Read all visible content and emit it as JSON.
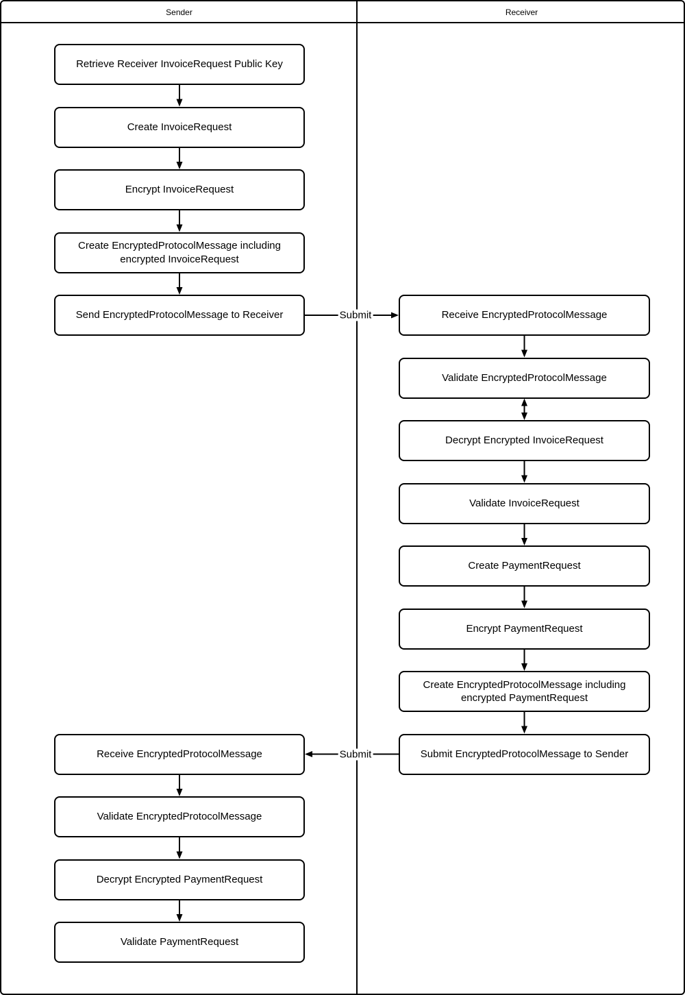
{
  "diagram": {
    "lanes": [
      {
        "id": "sender",
        "title": "Sender"
      },
      {
        "id": "receiver",
        "title": "Receiver"
      }
    ],
    "nodes": [
      {
        "id": "s1",
        "lane": "sender",
        "row": 0,
        "label": "Retrieve Receiver InvoiceRequest Public Key"
      },
      {
        "id": "s2",
        "lane": "sender",
        "row": 1,
        "label": "Create InvoiceRequest"
      },
      {
        "id": "s3",
        "lane": "sender",
        "row": 2,
        "label": "Encrypt InvoiceRequest"
      },
      {
        "id": "s4",
        "lane": "sender",
        "row": 3,
        "label": "Create EncryptedProtocolMessage including encrypted InvoiceRequest"
      },
      {
        "id": "s5",
        "lane": "sender",
        "row": 4,
        "label": "Send EncryptedProtocolMessage to Receiver"
      },
      {
        "id": "r1",
        "lane": "receiver",
        "row": 4,
        "label": "Receive EncryptedProtocolMessage"
      },
      {
        "id": "r2",
        "lane": "receiver",
        "row": 5,
        "label": "Validate EncryptedProtocolMessage"
      },
      {
        "id": "r3",
        "lane": "receiver",
        "row": 6,
        "label": "Decrypt Encrypted InvoiceRequest"
      },
      {
        "id": "r4",
        "lane": "receiver",
        "row": 7,
        "label": "Validate InvoiceRequest"
      },
      {
        "id": "r5",
        "lane": "receiver",
        "row": 8,
        "label": "Create PaymentRequest"
      },
      {
        "id": "r6",
        "lane": "receiver",
        "row": 9,
        "label": "Encrypt PaymentRequest"
      },
      {
        "id": "r7",
        "lane": "receiver",
        "row": 10,
        "label": "Create EncryptedProtocolMessage including encrypted PaymentRequest"
      },
      {
        "id": "r8",
        "lane": "receiver",
        "row": 11,
        "label": "Submit EncryptedProtocolMessage to Sender"
      },
      {
        "id": "s6",
        "lane": "sender",
        "row": 11,
        "label": "Receive EncryptedProtocolMessage"
      },
      {
        "id": "s7",
        "lane": "sender",
        "row": 12,
        "label": "Validate EncryptedProtocolMessage"
      },
      {
        "id": "s8",
        "lane": "sender",
        "row": 13,
        "label": "Decrypt Encrypted PaymentRequest"
      },
      {
        "id": "s9",
        "lane": "sender",
        "row": 14,
        "label": "Validate PaymentRequest"
      }
    ],
    "edges": [
      {
        "from": "s1",
        "to": "s2",
        "type": "down"
      },
      {
        "from": "s2",
        "to": "s3",
        "type": "down"
      },
      {
        "from": "s3",
        "to": "s4",
        "type": "down"
      },
      {
        "from": "s4",
        "to": "s5",
        "type": "down"
      },
      {
        "from": "s5",
        "to": "r1",
        "type": "right",
        "label": "Submit"
      },
      {
        "from": "r1",
        "to": "r2",
        "type": "down"
      },
      {
        "from": "r2",
        "to": "r3",
        "type": "down-both"
      },
      {
        "from": "r3",
        "to": "r4",
        "type": "down"
      },
      {
        "from": "r4",
        "to": "r5",
        "type": "down"
      },
      {
        "from": "r5",
        "to": "r6",
        "type": "down"
      },
      {
        "from": "r6",
        "to": "r7",
        "type": "down"
      },
      {
        "from": "r7",
        "to": "r8",
        "type": "down"
      },
      {
        "from": "r8",
        "to": "s6",
        "type": "left",
        "label": "Submit"
      },
      {
        "from": "s6",
        "to": "s7",
        "type": "down"
      },
      {
        "from": "s7",
        "to": "s8",
        "type": "down"
      },
      {
        "from": "s8",
        "to": "s9",
        "type": "down"
      }
    ],
    "colors": {
      "line": "#000000",
      "text": "#000000",
      "background": "#ffffff"
    }
  }
}
